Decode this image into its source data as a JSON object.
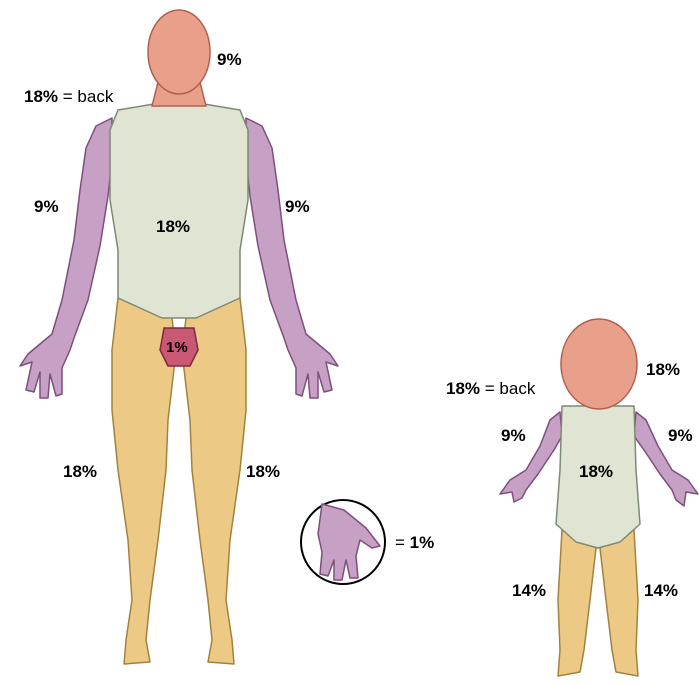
{
  "colors": {
    "head": "#e9a08a",
    "head_outline": "#b05f4e",
    "trunk": "#dfe5d2",
    "trunk_outline": "#7d8a72",
    "arm": "#c7a0c5",
    "arm_outline": "#7e4f7c",
    "leg": "#ecca86",
    "leg_outline": "#a3823f",
    "groin": "#c85874",
    "groin_outline": "#7b2c3f"
  },
  "adult": {
    "head_label": "9%",
    "back_value": "18%",
    "back_text": "= back",
    "arm_left_label": "9%",
    "arm_right_label": "9%",
    "trunk_label": "18%",
    "groin_label": "1%",
    "leg_left_label": "18%",
    "leg_right_label": "18%"
  },
  "palm": {
    "equals_text": "=",
    "value": "1%"
  },
  "child": {
    "head_label": "18%",
    "back_value": "18%",
    "back_text": "= back",
    "arm_left_label": "9%",
    "arm_right_label": "9%",
    "trunk_label": "18%",
    "leg_left_label": "14%",
    "leg_right_label": "14%"
  }
}
